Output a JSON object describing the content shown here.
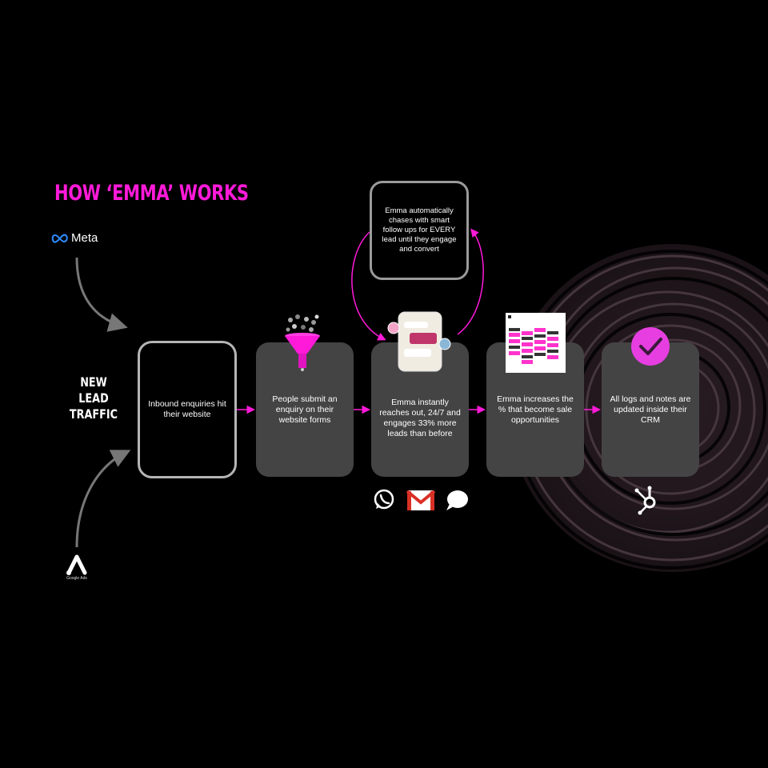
{
  "title": "HOW ‘EMMA’ WORKS",
  "sources": {
    "meta_label": "Meta",
    "google_ads_label": "Google Ads",
    "traffic_label": "NEW LEAD TRAFFIC"
  },
  "steps": [
    {
      "text": "Inbound enquiries hit their website"
    },
    {
      "text": "People submit an enquiry on their website forms"
    },
    {
      "text": "Emma instantly reaches out, 24/7 and engages 33% more leads than before"
    },
    {
      "text": "Emma increases the % that become sale opportunities"
    },
    {
      "text": "All logs and notes are updated inside their CRM"
    }
  ],
  "followup": {
    "text": "Emma automatically chases with smart follow ups for EVERY lead until they engage and convert"
  },
  "channels": [
    "whatsapp-icon",
    "gmail-icon",
    "chat-bubble-icon"
  ],
  "crm_icon": "hubspot-icon",
  "colors": {
    "accent": "#ff1ad9",
    "card": "#444444",
    "background": "#000000"
  }
}
